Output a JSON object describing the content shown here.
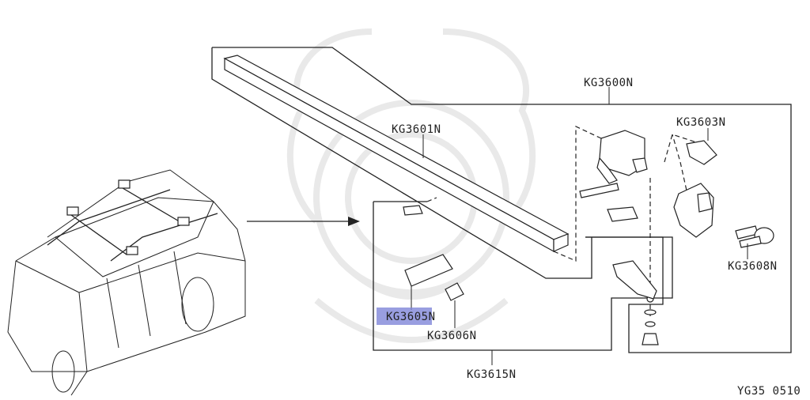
{
  "diagram": {
    "parts": [
      {
        "id": "kg3600",
        "label": "KG3600N"
      },
      {
        "id": "kg3601",
        "label": "KG3601N"
      },
      {
        "id": "kg3603",
        "label": "KG3603N"
      },
      {
        "id": "kg3605",
        "label": "KG3605N",
        "highlighted": true
      },
      {
        "id": "kg3606",
        "label": "KG3606N"
      },
      {
        "id": "kg3608",
        "label": "KG3608N"
      },
      {
        "id": "kg3615",
        "label": "KG3615N"
      }
    ],
    "figure_code": "YG35 0510",
    "highlight_color": "#7f86d8"
  }
}
